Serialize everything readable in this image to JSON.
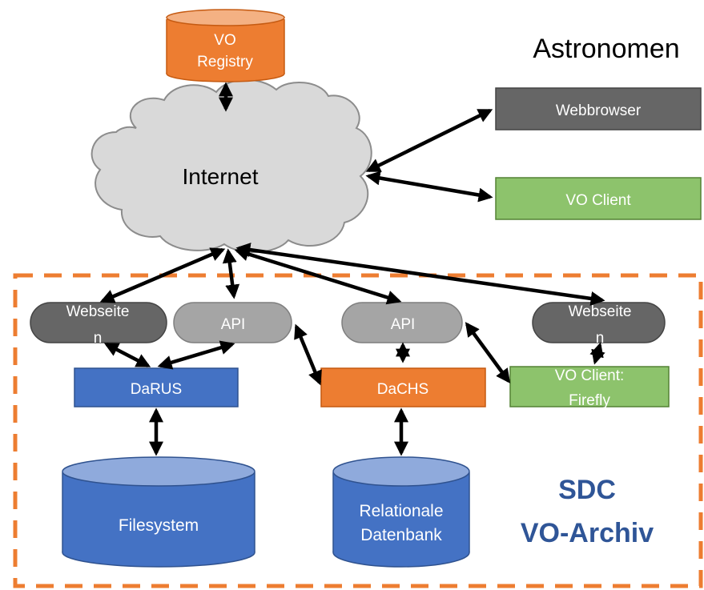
{
  "colors": {
    "orange": "#ED7D31",
    "orange_dark": "#C55A11",
    "blue": "#4472C4",
    "blue_dark": "#2F528F",
    "blue_top": "#8FAADC",
    "green": "#8DC36C",
    "green_dark": "#548235",
    "dark_gray": "#666666",
    "light_gray": "#A5A5A5",
    "cloud_fill": "#D9D9D9",
    "dashed_border": "#ED7D31",
    "sdc_text": "#2F5597",
    "edge": "#000000"
  },
  "registry": {
    "line1": "VO",
    "line2": "Registry"
  },
  "internet": {
    "label": "Internet"
  },
  "astronomen": {
    "label": "Astronomen"
  },
  "webbrowser": {
    "label": "Webbrowser"
  },
  "vo_client": {
    "label": "VO Client"
  },
  "webseite_left": {
    "line1": "Webseite",
    "line2": "n"
  },
  "api_left": {
    "label": "API"
  },
  "api_mid": {
    "label": "API"
  },
  "webseite_right": {
    "line1": "Webseite",
    "line2": "n"
  },
  "darus": {
    "label": "DaRUS"
  },
  "dachs": {
    "label": "DaCHS"
  },
  "firefly": {
    "line1": "VO Client:",
    "line2": "Firefly"
  },
  "filesystem": {
    "label": "Filesystem"
  },
  "datenbank": {
    "line1": "Relationale",
    "line2": "Datenbank"
  },
  "sdc": {
    "line1": "SDC",
    "line2": "VO-Archiv"
  },
  "icons": [
    "database-icon",
    "cloud-icon",
    "double-arrow-icon"
  ]
}
